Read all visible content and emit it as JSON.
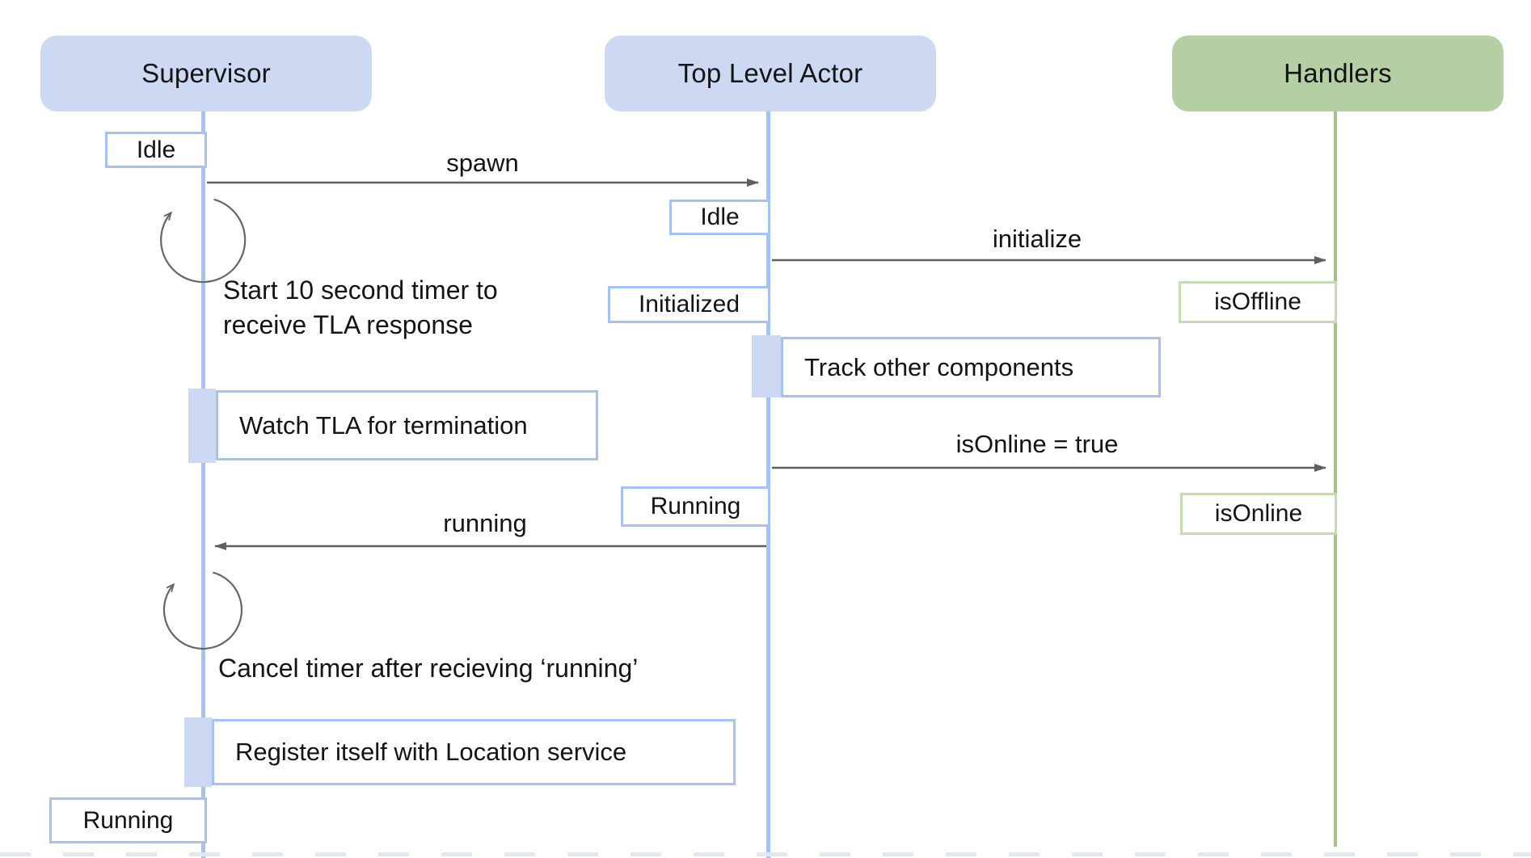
{
  "actors": [
    {
      "label": "Supervisor"
    },
    {
      "label": "Top Level Actor"
    },
    {
      "label": "Handlers"
    }
  ],
  "states": {
    "supervisor_idle": "Idle",
    "tla_idle": "Idle",
    "tla_initialized": "Initialized",
    "handlers_isoffline": "isOffline",
    "tla_running": "Running",
    "handlers_isonline": "isOnline",
    "supervisor_running": "Running"
  },
  "messages": {
    "spawn": "spawn",
    "initialize": "initialize",
    "isonline_true": "isOnline = true",
    "running": "running"
  },
  "activities": {
    "watch": "Watch TLA for termination",
    "track": "Track other components",
    "register": "Register itself with Location service"
  },
  "notes": {
    "start_timer": "Start 10 second timer to receive TLA response",
    "cancel_timer": "Cancel timer after recieving ‘running’"
  },
  "colors": {
    "actor_blue": "#cdd9f2",
    "actor_green": "#b4cfa3",
    "lifeline_blue": "#a4c2f4",
    "lifeline_green": "#a3c587",
    "state_border_blue": "#a4c2f4",
    "state_border_green": "#c5dbb1",
    "arrow_gray": "#5f5f5f"
  }
}
